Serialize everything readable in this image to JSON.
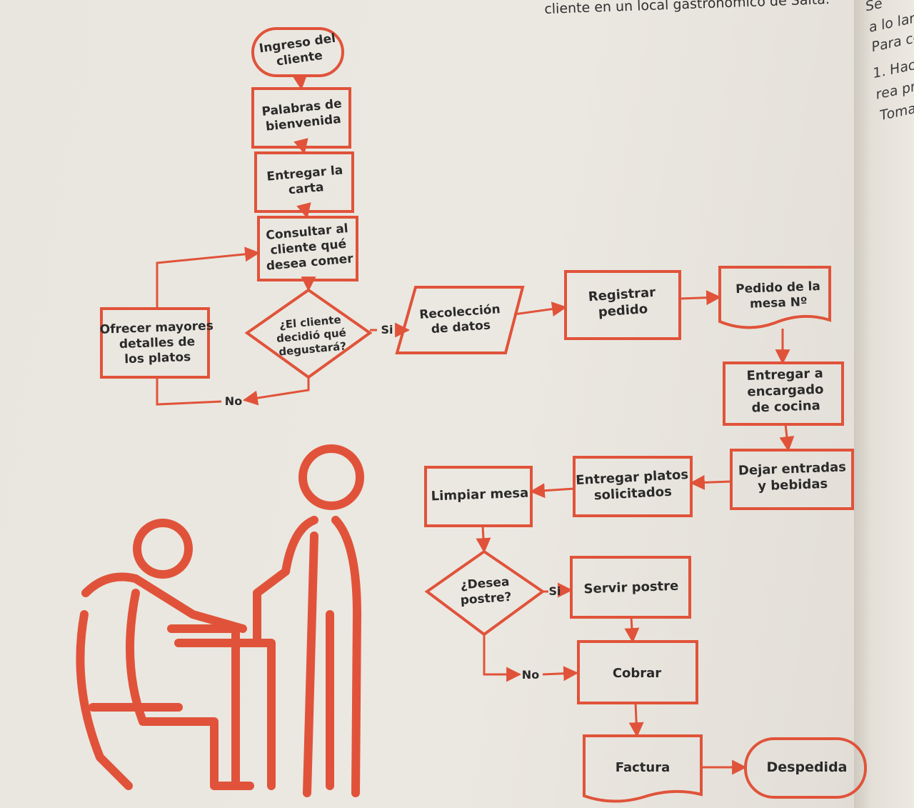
{
  "caption": "cliente en un local gastronómico de Salta.",
  "side_text": [
    "Se",
    "a lo larg",
    "Para co",
    "1. Hac",
    "rea pr",
    "Toma"
  ],
  "nodes": {
    "ingreso": "Ingreso del|cliente",
    "palabras": "Palabras de|bienvenida",
    "entregar_carta": "Entregar la|carta",
    "consultar": "Consultar al|cliente qué|desea comer",
    "decidio": "¿El cliente|decidió qué|degustará?",
    "ofrecer": "Ofrecer mayores|detalles de|los platos",
    "recoleccion": "Recolección|de datos",
    "registrar": "Registrar|pedido",
    "pedido_mesa": "Pedido de la|mesa Nº",
    "entregar_encargado": "Entregar a|encargado|de cocina",
    "dejar_entradas": "Dejar entradas|y bebidas",
    "entregar_platos": "Entregar platos|solicitados",
    "limpiar": "Limpiar mesa",
    "desea_postre": "¿Desea|postre?",
    "servir_postre": "Servir postre",
    "cobrar": "Cobrar",
    "factura": "Factura",
    "despedida": "Despedida"
  },
  "edge_labels": {
    "si_1": "Si",
    "no_1": "No",
    "si_2": "Si",
    "no_2": "No"
  },
  "colors": {
    "accent": "#e0533a",
    "text": "#2a2a2a",
    "paper": "#e9e6df"
  }
}
